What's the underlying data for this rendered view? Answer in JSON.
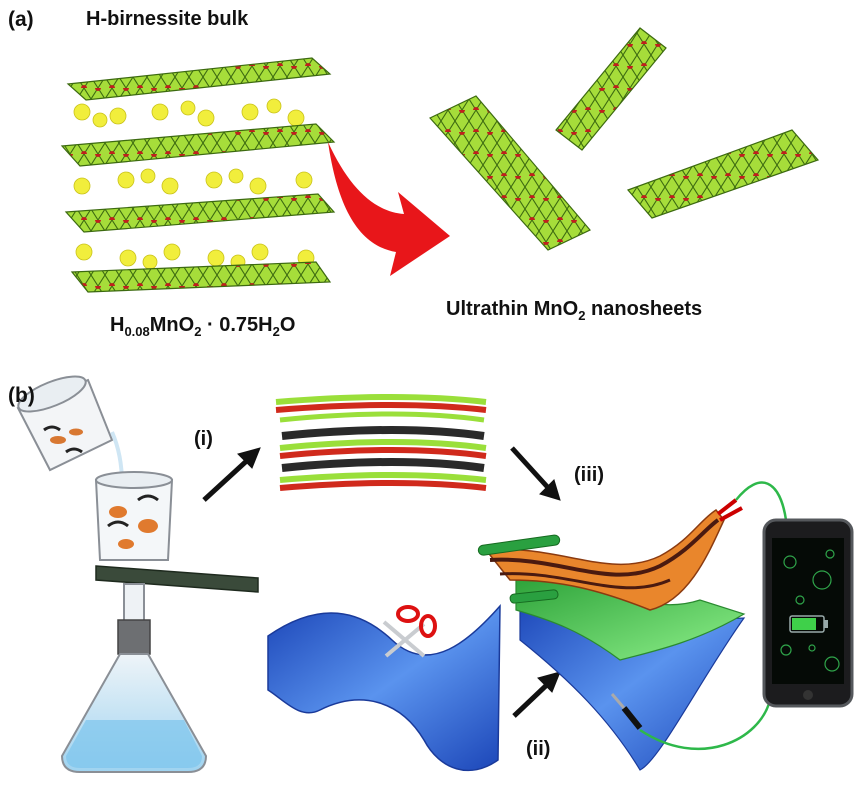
{
  "panel_a": {
    "label": "(a)",
    "bulk_title": "H-birnessite bulk",
    "formula": {
      "h": "H",
      "h_sub": "0.08",
      "mn": "MnO",
      "o_sub": "2",
      "rest": " · 0.75H",
      "w_sub": "2",
      "tail": "O"
    },
    "product": {
      "pre": "Ultrathin MnO",
      "sub": "2",
      "post": " nanosheets"
    }
  },
  "panel_b": {
    "label": "(b)",
    "steps": [
      "(i)",
      "(ii)",
      "(iii)"
    ]
  },
  "colors": {
    "octahedron": "#a6dd3a",
    "octahedron_edge": "#3c6a10",
    "oxygen": "#c0201e",
    "interlayer": "#f1ee3c",
    "red_arrow": "#e8161a",
    "blue_film": "#2f64d6",
    "green_film": "#58d35c",
    "orange_film": "#e9862c"
  },
  "icons": [
    "beaker-icon",
    "filter-flask-icon",
    "scissors-icon",
    "phone-icon",
    "battery-icon"
  ]
}
